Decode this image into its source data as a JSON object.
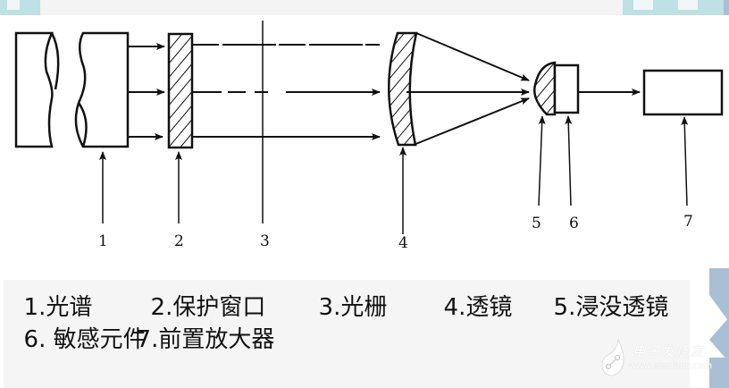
{
  "diagram": {
    "component_labels": [
      "1",
      "2",
      "3",
      "4",
      "5",
      "6",
      "7"
    ]
  },
  "caption": {
    "row1": [
      {
        "num": "1.",
        "text": "光谱"
      },
      {
        "num": "2.",
        "text": "保护窗口"
      },
      {
        "num": "3.",
        "text": "光栅"
      },
      {
        "num": "4.",
        "text": "透镜"
      },
      {
        "num": "5.",
        "text": "浸没透镜"
      }
    ],
    "row2": [
      {
        "num": "6. ",
        "text": "敏感元件"
      },
      {
        "num": "7.",
        "text": "前置放大器"
      }
    ]
  },
  "watermark": {
    "name": "电子发烧友",
    "url": "www.elecfans.com"
  },
  "colors": {
    "line": "#111111",
    "deco_teal": "#bfe0e4",
    "deco_blue": "#a9bfd6",
    "panel_bg": "#f5f5f5"
  }
}
